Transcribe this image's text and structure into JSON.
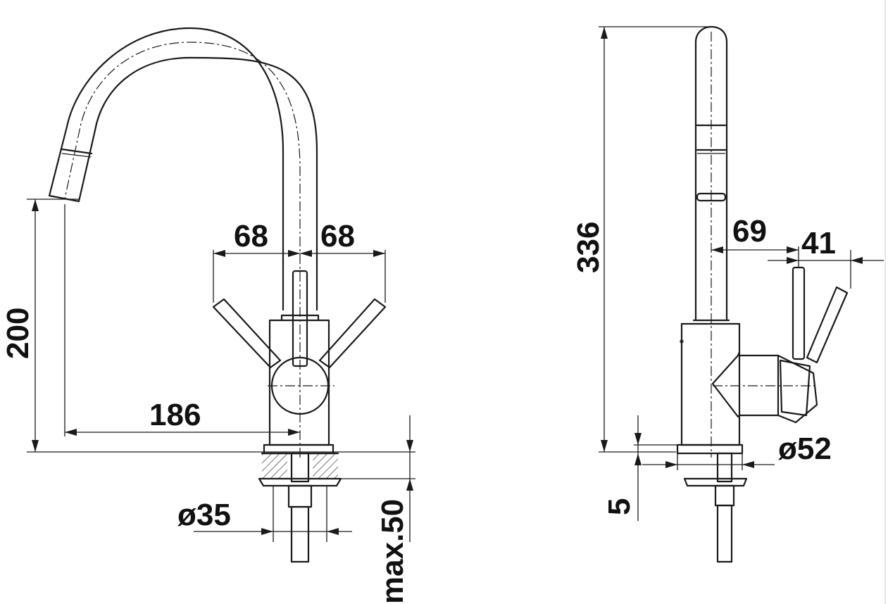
{
  "front_view": {
    "dim_handle_left": "68",
    "dim_handle_right": "68",
    "dim_height": "200",
    "dim_reach": "186",
    "dim_hole_diameter": "ø35",
    "dim_max_thickness": "max.50"
  },
  "side_view": {
    "dim_total_height": "336",
    "dim_spout_offset": "69",
    "dim_handle_offset": "41",
    "dim_base_diameter": "ø52",
    "dim_base_height": "5"
  },
  "colors": {
    "line": "#1a1a1a",
    "background": "#ffffff"
  }
}
